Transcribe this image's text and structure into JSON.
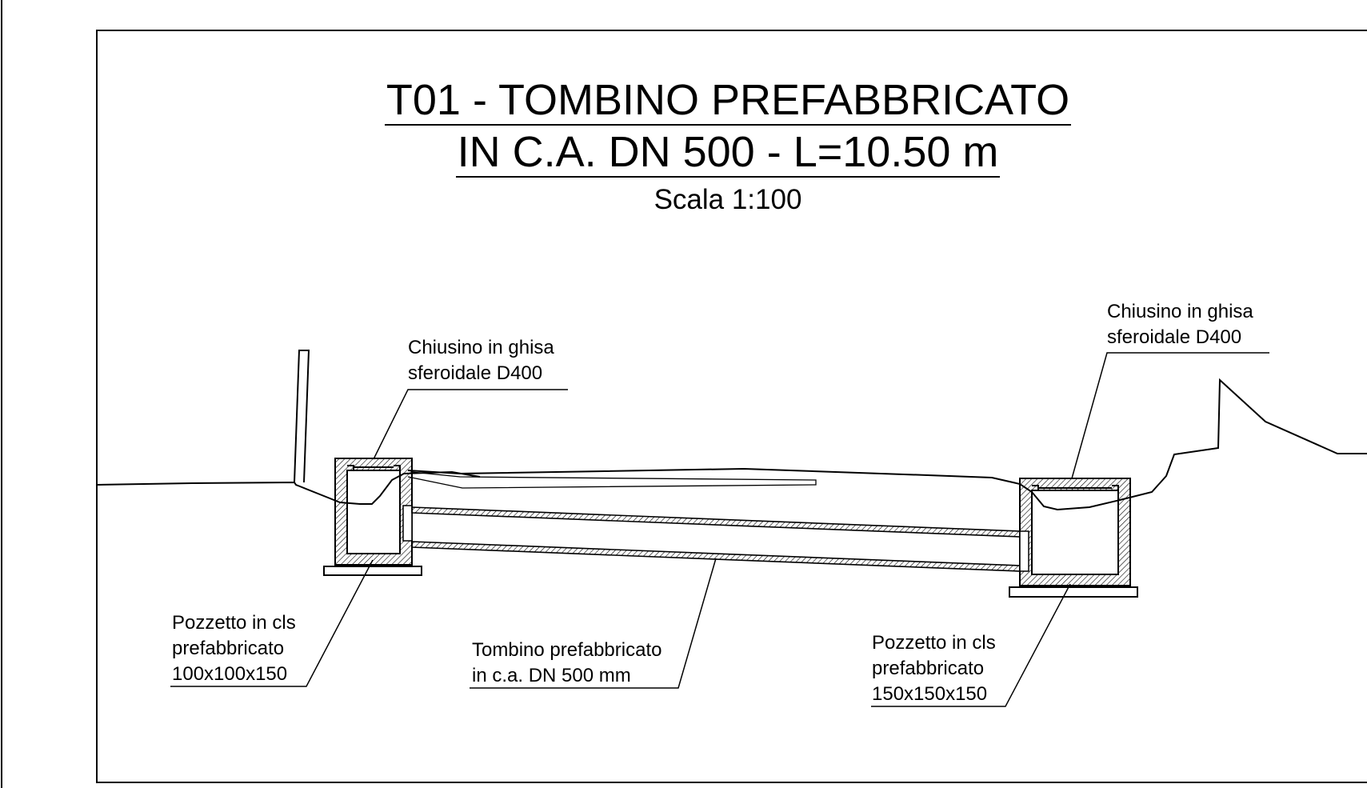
{
  "drawing": {
    "title_line_1": "T01 - TOMBINO PREFABBRICATO",
    "title_line_2": "IN C.A. DN 500 - L=10.50 m",
    "scale": "Scala 1:100"
  },
  "labels": {
    "chiusino_left": [
      "Chiusino in ghisa",
      "sferoidale D400"
    ],
    "chiusino_right": [
      "Chiusino in ghisa",
      "sferoidale D400"
    ],
    "pozzetto_left": [
      "Pozzetto in cls",
      "prefabbricato",
      "100x100x150"
    ],
    "tombino": [
      "Tombino prefabbricato",
      "in c.a. DN 500 mm"
    ],
    "pozzetto_right": [
      "Pozzetto in cls",
      "prefabbricato",
      "150x150x150"
    ]
  }
}
